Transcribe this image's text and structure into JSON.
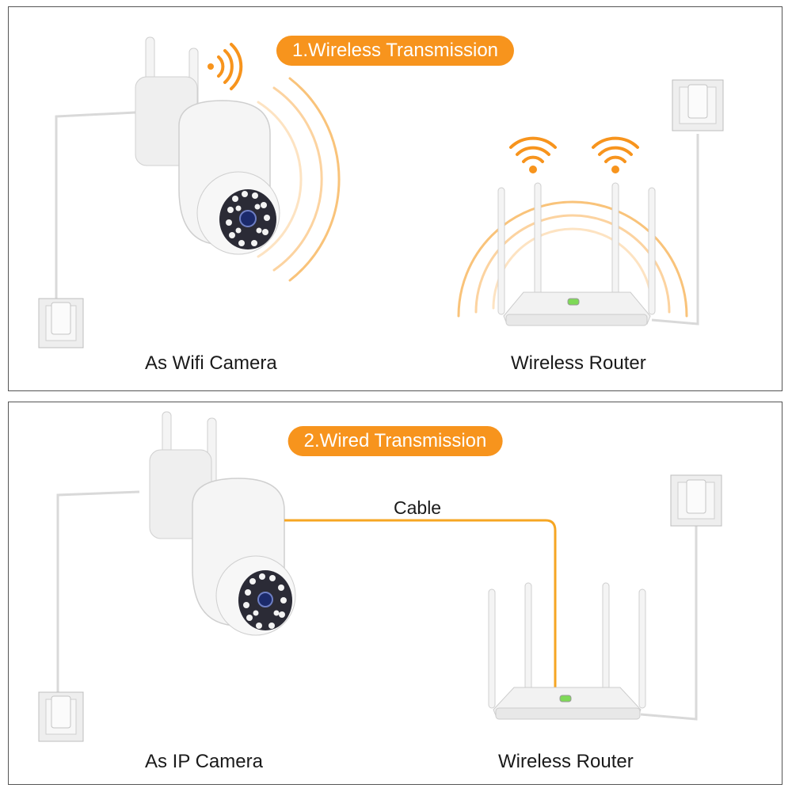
{
  "colors": {
    "accent": "#f7941d",
    "wave": "#f9c37a",
    "cable": "#f6a623",
    "device": "#f2f2f2",
    "device_edge": "#c9c9c9"
  },
  "icons": {
    "wifi": "wifi-icon",
    "camera": "ptz-camera-icon",
    "router": "router-icon",
    "outlet": "wall-outlet-icon"
  },
  "wireless": {
    "title": "1.Wireless Transmission",
    "camera_caption": "As Wifi Camera",
    "router_caption": "Wireless Router"
  },
  "wired": {
    "title": "2.Wired Transmission",
    "cable_label": "Cable",
    "camera_caption": "As IP Camera",
    "router_caption": "Wireless Router"
  }
}
